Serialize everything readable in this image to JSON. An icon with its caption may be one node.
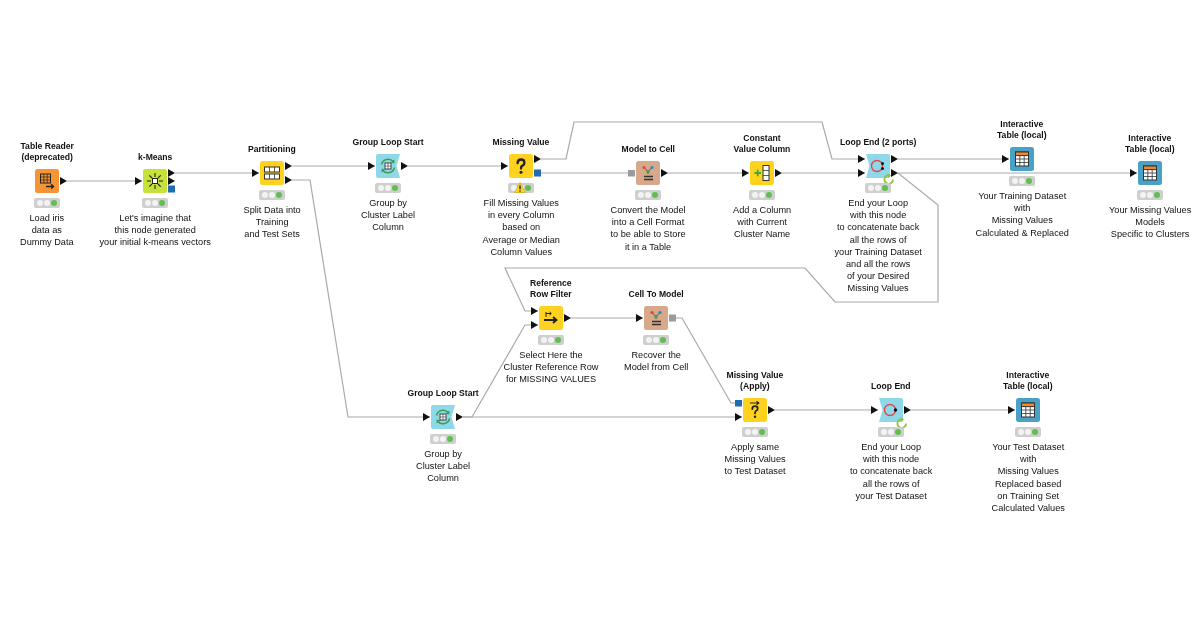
{
  "diagram": {
    "nodes": [
      {
        "text": [
          "Table Reader (deprecated)",
          "Load iris data as Dummy Data"
        ]
      },
      {
        "text": [
          "k-Means",
          "Let's imagine that this node generated your initial k-means vectors"
        ]
      },
      {
        "text": [
          "Partitioning",
          "Split Data into Training and Test Sets"
        ]
      },
      {
        "text": [
          "Group Loop Start",
          "Group by Cluster Label Column"
        ]
      },
      {
        "text": [
          "Missing Value",
          "Fill Missing Values in every Column based on Average or Median Column Values"
        ]
      },
      {
        "text": [
          "Model to Cell",
          "Convert the Model into a Cell Format to be able to Store it in a Table"
        ]
      },
      {
        "text": [
          "Constant Value Column",
          "Add a Column with Current Cluster Name"
        ]
      },
      {
        "text": [
          "Loop End (2 ports)",
          "End your Loop with this node to concatenate back all the rows of your Training Dataset and all the rows of your Desired Missing Values"
        ]
      },
      {
        "text": [
          "Interactive Table (local)",
          "Your Training Dataset with Missing Values Calculated & Replaced"
        ]
      },
      {
        "text": [
          "Interactive Table (local)",
          "Your Missing Values Models Specific to Clusters"
        ]
      },
      {
        "text": [
          "Reference Row Filter",
          "Select Here the Cluster Reference Row for MISSING VALUES"
        ]
      },
      {
        "text": [
          "Cell To Model",
          "Recover the Model from Cell"
        ]
      },
      {
        "text": [
          "Group Loop Start",
          "Group by Cluster Label Column"
        ]
      },
      {
        "text": [
          "Missing Value (Apply)",
          "Apply same Missing Values to Test Dataset"
        ]
      },
      {
        "text": [
          "Loop End",
          "End your Loop with this node to concatenate back all the rows of your Test Dataset"
        ]
      },
      {
        "text": [
          "Interactive Table (local)",
          "Your Test Dataset with Missing Values Replaced based on Training Set Calculated Values"
        ]
      }
    ],
    "edges": [
      {
        "from": 0,
        "to": 1,
        "arrow": "to"
      },
      {
        "from": 1,
        "to": 2,
        "arrow": "to"
      },
      {
        "from": 2,
        "to": 3,
        "arrow": "to"
      },
      {
        "from": 2,
        "to": 12,
        "arrow": "to"
      },
      {
        "from": 3,
        "to": 4,
        "arrow": "to"
      },
      {
        "from": 4,
        "to": 7,
        "arrow": "to"
      },
      {
        "from": 4,
        "to": 5,
        "arrow": "other"
      },
      {
        "from": 5,
        "to": 6,
        "arrow": "to"
      },
      {
        "from": 6,
        "to": 7,
        "arrow": "to"
      },
      {
        "from": 7,
        "to": 8,
        "arrow": "to"
      },
      {
        "from": 7,
        "to": 9,
        "arrow": "to"
      },
      {
        "from": 7,
        "to": 10,
        "arrow": "to"
      },
      {
        "from": 12,
        "to": 10,
        "arrow": "to"
      },
      {
        "from": 12,
        "to": 13,
        "arrow": "to"
      },
      {
        "from": 10,
        "to": 11,
        "arrow": "to"
      },
      {
        "from": 11,
        "to": 13,
        "arrow": "other"
      },
      {
        "from": 13,
        "to": 14,
        "arrow": "to"
      },
      {
        "from": 14,
        "to": 15,
        "arrow": "to"
      }
    ]
  }
}
